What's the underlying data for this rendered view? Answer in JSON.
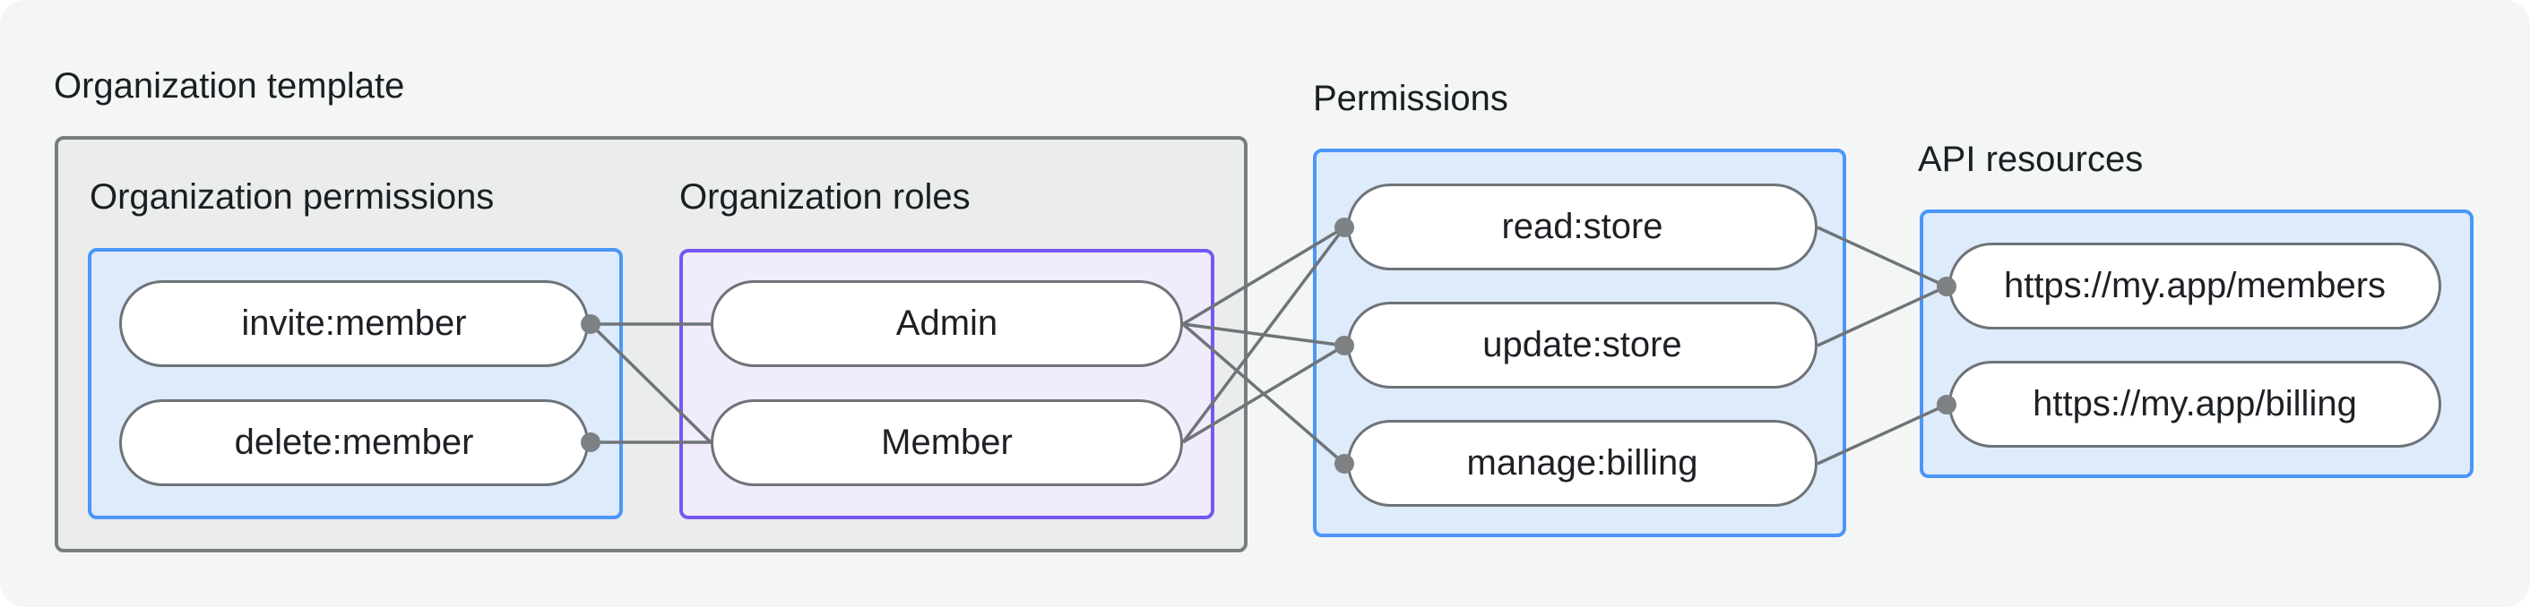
{
  "diagram": {
    "groups": {
      "org_template": {
        "label": "Organization template"
      },
      "org_permissions": {
        "label": "Organization permissions"
      },
      "org_roles": {
        "label": "Organization roles"
      },
      "permissions": {
        "label": "Permissions"
      },
      "api_resources": {
        "label": "API resources"
      }
    },
    "nodes": {
      "invite_member": {
        "label": "invite:member"
      },
      "delete_member": {
        "label": "delete:member"
      },
      "admin": {
        "label": "Admin"
      },
      "member": {
        "label": "Member"
      },
      "read_store": {
        "label": "read:store"
      },
      "update_store": {
        "label": "update:store"
      },
      "manage_billing": {
        "label": "manage:billing"
      },
      "api_members": {
        "label": "https://my.app/members"
      },
      "api_billing": {
        "label": "https://my.app/billing"
      }
    },
    "edges": [
      [
        "invite_member",
        "admin"
      ],
      [
        "invite_member",
        "member"
      ],
      [
        "delete_member",
        "member"
      ],
      [
        "admin",
        "read_store"
      ],
      [
        "admin",
        "update_store"
      ],
      [
        "admin",
        "manage_billing"
      ],
      [
        "member",
        "read_store"
      ],
      [
        "member",
        "update_store"
      ],
      [
        "read_store",
        "api_members"
      ],
      [
        "update_store",
        "api_members"
      ],
      [
        "manage_billing",
        "api_billing"
      ]
    ],
    "colors": {
      "background": "#f4f6f5",
      "gray_group_fill": "#ebedec",
      "gray_group_border": "#797d80",
      "blue_fill": "#ddebfb",
      "blue_border": "#4b96f8",
      "purple_fill": "#f1ecfb",
      "purple_border": "#7657f3",
      "pill_fill": "#ffffff",
      "pill_border": "#6e7377",
      "edge": "#6f7478",
      "dot": "#7d8184",
      "text": "#1d2125"
    }
  }
}
